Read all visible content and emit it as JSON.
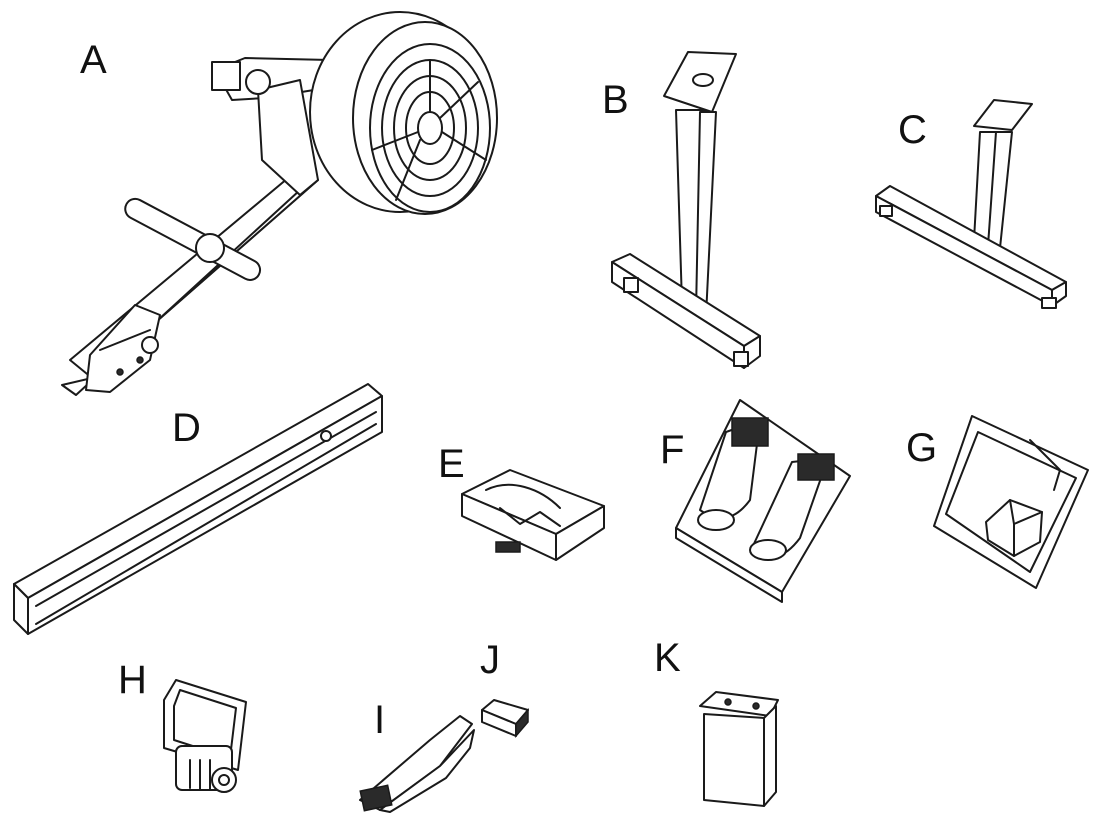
{
  "labels": {
    "a": "A",
    "b": "B",
    "c": "C",
    "d": "D",
    "e": "E",
    "f": "F",
    "g": "G",
    "h": "H",
    "i": "I",
    "j": "J",
    "k": "K"
  },
  "colors": {
    "line": "#1a1a1a",
    "background": "#ffffff"
  }
}
